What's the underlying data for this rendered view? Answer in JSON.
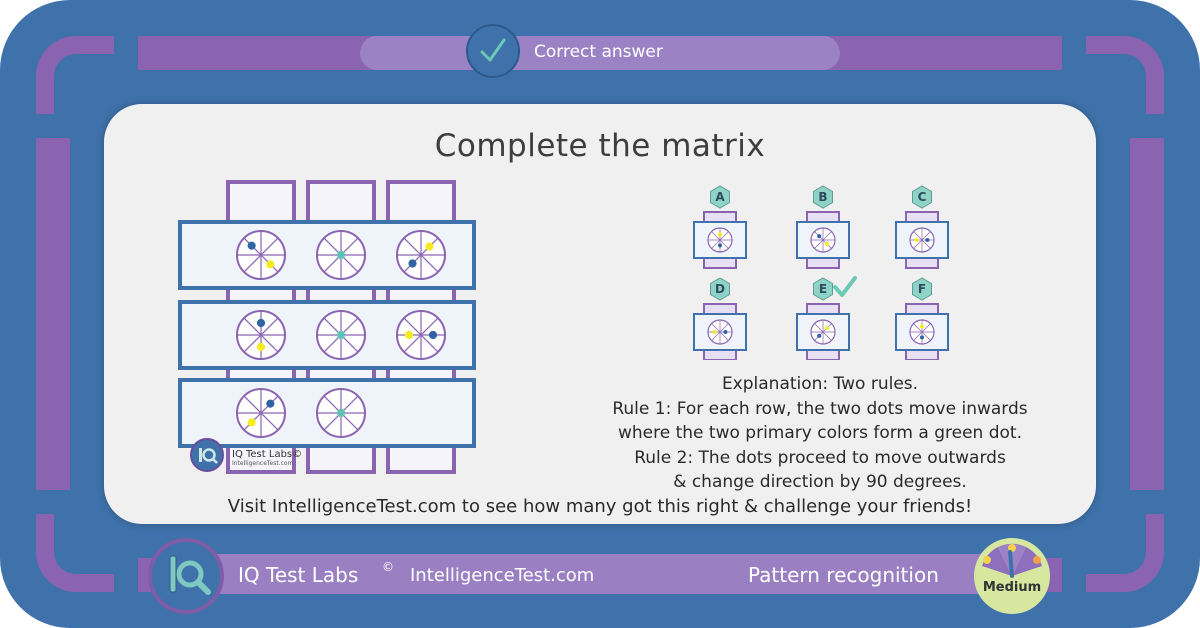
{
  "header": {
    "status_label": "Correct answer",
    "status_icon": "checkmark-icon"
  },
  "puzzle": {
    "title": "Complete the matrix",
    "options": [
      "A",
      "B",
      "C",
      "D",
      "E",
      "F"
    ],
    "correct_option": "E",
    "explanation": [
      "Explanation: Two rules.",
      "Rule 1: For each row, the two dots move inwards",
      "where the two primary colors form a green dot.",
      "Rule 2: The dots proceed to move outwards",
      "& change direction by 90 degrees."
    ],
    "watermark": {
      "brand": "IQ Test Labs©",
      "site": "IntelligenceTest.com"
    }
  },
  "cta": {
    "text": "Visit IntelligenceTest.com to see how many got this right & challenge your friends!"
  },
  "footer": {
    "brand": "IQ Test Labs",
    "copyright": "©",
    "site": "IntelligenceTest.com",
    "category": "Pattern recognition",
    "difficulty": "Medium"
  },
  "colors": {
    "frame_blue": "#3f72aa",
    "frame_purple": "#8a64b0",
    "dot_blue": "#2f63a3",
    "dot_yellow": "#f4ec1e",
    "dot_green": "#5ec2b6",
    "check_green": "#6cc9b8"
  }
}
